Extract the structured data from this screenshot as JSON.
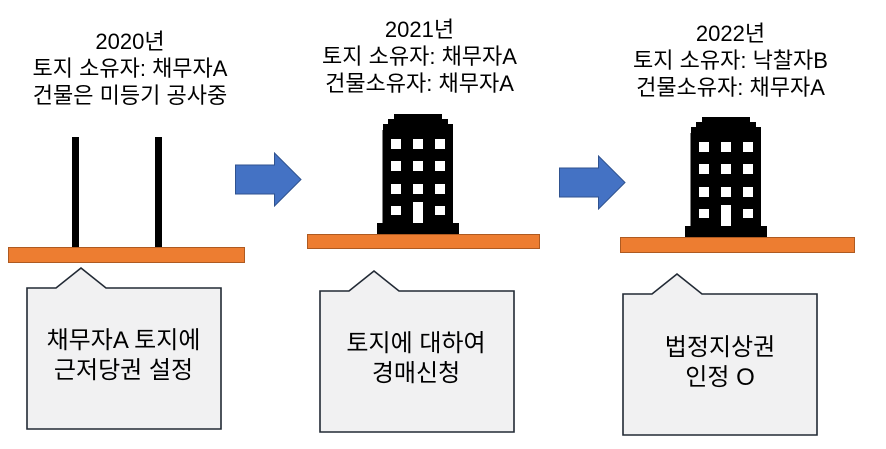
{
  "colors": {
    "land": "#ED7D31",
    "land_border": "#AE5A21",
    "arrow": "#4472C4",
    "arrow_border": "#2F528F",
    "callout_fill": "#F1F1F2",
    "callout_border": "#222A35",
    "building": "#000000",
    "text": "#000000"
  },
  "panels": [
    {
      "year": "2020년",
      "owner_line_1": "토지 소유자: 채무자A",
      "owner_line_2": "건물은 미등기 공사중",
      "callout_line_1": "채무자A 토지에",
      "callout_line_2": "근저당권 설정"
    },
    {
      "year": "2021년",
      "owner_line_1": "토지 소유자: 채무자A",
      "owner_line_2": "건물소유자: 채무자A",
      "callout_line_1": "토지에 대하여",
      "callout_line_2": "경매신청"
    },
    {
      "year": "2022년",
      "owner_line_1": "토지 소유자: 낙찰자B",
      "owner_line_2": "건물소유자: 채무자A",
      "callout_line_1": "법정지상권",
      "callout_line_2": "인정 O"
    }
  ]
}
